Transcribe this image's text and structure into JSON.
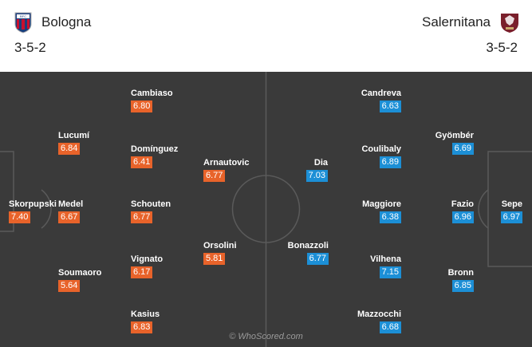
{
  "home": {
    "name": "Bologna",
    "formation": "3-5-2",
    "crest_icon": "bologna-crest-icon",
    "rating_color": "#e8632a",
    "players": [
      {
        "name": "Skorpupski",
        "rating": "7.40"
      },
      {
        "name": "Lucumí",
        "rating": "6.84"
      },
      {
        "name": "Medel",
        "rating": "6.67"
      },
      {
        "name": "Soumaoro",
        "rating": "5.64"
      },
      {
        "name": "Cambiaso",
        "rating": "6.80"
      },
      {
        "name": "Domínguez",
        "rating": "6.41"
      },
      {
        "name": "Schouten",
        "rating": "6.77"
      },
      {
        "name": "Vignato",
        "rating": "6.17"
      },
      {
        "name": "Kasius",
        "rating": "6.83"
      },
      {
        "name": "Arnautovic",
        "rating": "6.77"
      },
      {
        "name": "Orsolini",
        "rating": "5.81"
      }
    ]
  },
  "away": {
    "name": "Salernitana",
    "formation": "3-5-2",
    "crest_icon": "salernitana-crest-icon",
    "rating_color": "#1c8fd6",
    "players": [
      {
        "name": "Dia",
        "rating": "7.03"
      },
      {
        "name": "Bonazzoli",
        "rating": "6.77"
      },
      {
        "name": "Candreva",
        "rating": "6.63"
      },
      {
        "name": "Coulibaly",
        "rating": "6.89"
      },
      {
        "name": "Maggiore",
        "rating": "6.38"
      },
      {
        "name": "Vilhena",
        "rating": "7.15"
      },
      {
        "name": "Mazzocchi",
        "rating": "6.68"
      },
      {
        "name": "Gyömbér",
        "rating": "6.69"
      },
      {
        "name": "Fazio",
        "rating": "6.96"
      },
      {
        "name": "Bronn",
        "rating": "6.85"
      },
      {
        "name": "Sepe",
        "rating": "6.97"
      }
    ]
  },
  "watermark": "© WhoScored.com"
}
